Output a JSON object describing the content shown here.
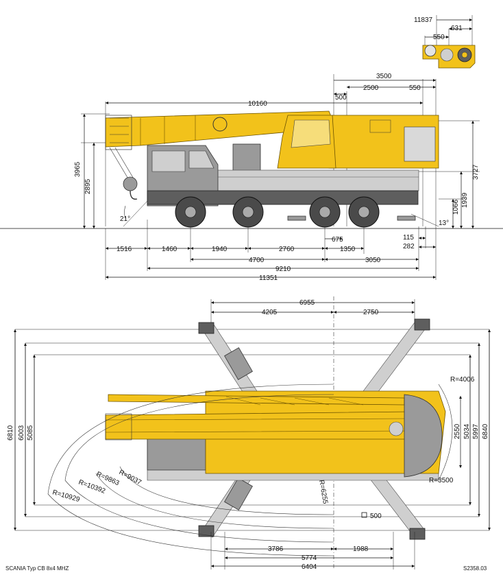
{
  "side_view": {
    "top_dims": [
      "3500",
      "2500",
      "550",
      "500",
      "10160"
    ],
    "vertical_left": [
      "3965",
      "2895"
    ],
    "vertical_right": [
      "3727",
      "1939",
      "1066"
    ],
    "angles": [
      "21°",
      "13°"
    ],
    "bottom_row1": [
      "1516",
      "1460",
      "1940",
      "2760",
      "675",
      "1350",
      "115",
      "282"
    ],
    "bottom_row2": [
      "4700",
      "3050"
    ],
    "bottom_row3": [
      "9210"
    ],
    "bottom_row4": [
      "11351"
    ]
  },
  "rear_view": {
    "dims": [
      "11837",
      "631",
      "550"
    ]
  },
  "top_view": {
    "top_dims": [
      "6955",
      "4205",
      "2750"
    ],
    "left_dims": [
      "6810",
      "6003",
      "5085"
    ],
    "right_dims": [
      "6840",
      "5997",
      "5034",
      "2550"
    ],
    "radii": [
      "R=4006",
      "R=3500",
      "R=6255",
      "R=9037",
      "R=9863",
      "R=10392",
      "R=10929"
    ],
    "bottom_dims": [
      "3786",
      "1988",
      "5774",
      "6404"
    ],
    "pad_label": "500"
  },
  "footer": {
    "model": "SCANIA Typ CB 8x4 MHZ",
    "code": "S2358.03"
  }
}
